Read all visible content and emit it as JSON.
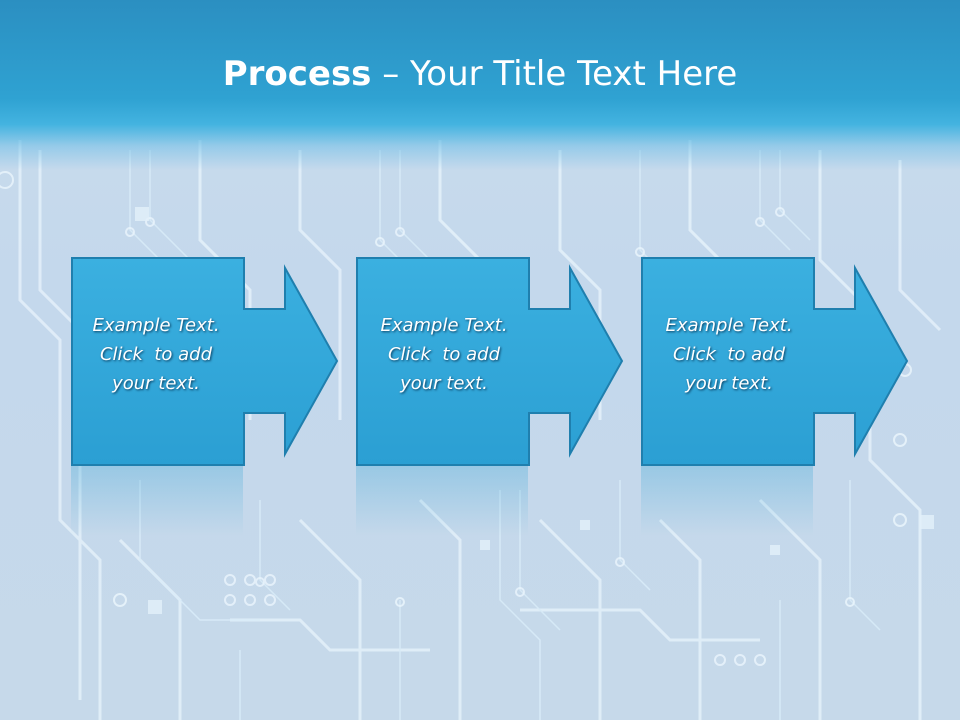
{
  "title": {
    "bold": "Process",
    "rest": " – Your Title Text Here"
  },
  "steps": [
    {
      "line1": "Example Text.",
      "line2": "Click  to add",
      "line3": "your text."
    },
    {
      "line1": "Example Text.",
      "line2": "Click  to add",
      "line3": "your text."
    },
    {
      "line1": "Example Text.",
      "line2": "Click  to add",
      "line3": "your text."
    }
  ],
  "colors": {
    "header": "#2b8fc1",
    "box_fill": "#31a8db",
    "box_border": "#1f7fae",
    "text": "#ffffff"
  }
}
